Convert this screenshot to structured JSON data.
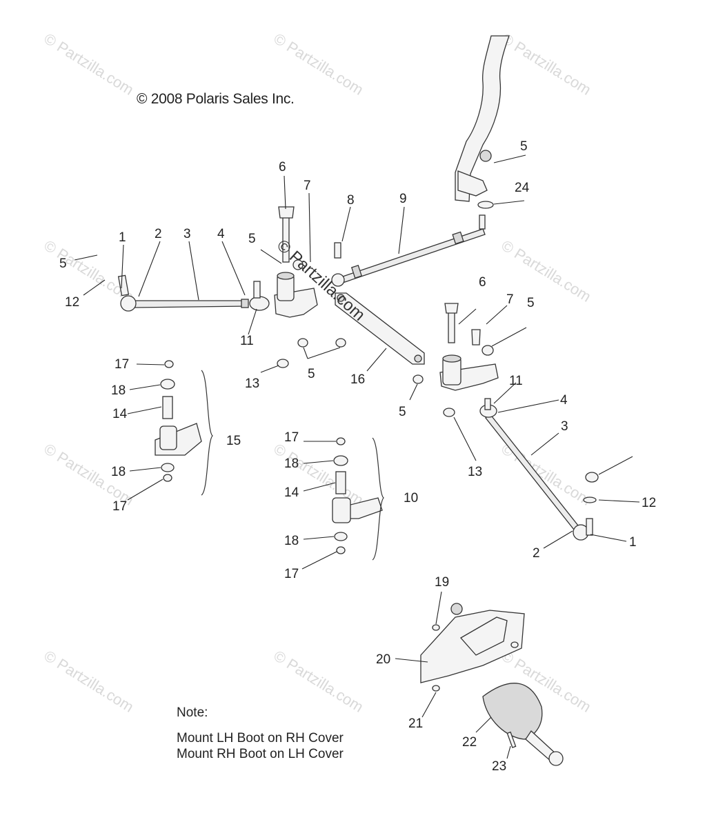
{
  "diagram": {
    "copyright": "© 2008 Polaris Sales Inc.",
    "watermark": "© Partzilla.com",
    "center_watermark": "© Partzilla.com",
    "note": {
      "heading": "Note:",
      "lines": [
        "Mount LH Boot on RH Cover",
        "Mount RH Boot on LH Cover"
      ]
    },
    "callouts": [
      "1",
      "2",
      "3",
      "4",
      "5",
      "5",
      "5",
      "5",
      "5",
      "5",
      "6",
      "6",
      "7",
      "7",
      "8",
      "9",
      "10",
      "11",
      "11",
      "12",
      "12",
      "13",
      "13",
      "14",
      "14",
      "15",
      "16",
      "17",
      "17",
      "17",
      "17",
      "18",
      "18",
      "18",
      "18",
      "19",
      "20",
      "21",
      "22",
      "23",
      "24",
      "1",
      "2",
      "3",
      "4"
    ]
  },
  "colors": {
    "line": "#333333",
    "watermark": "#d9d9d9",
    "background": "#ffffff"
  }
}
